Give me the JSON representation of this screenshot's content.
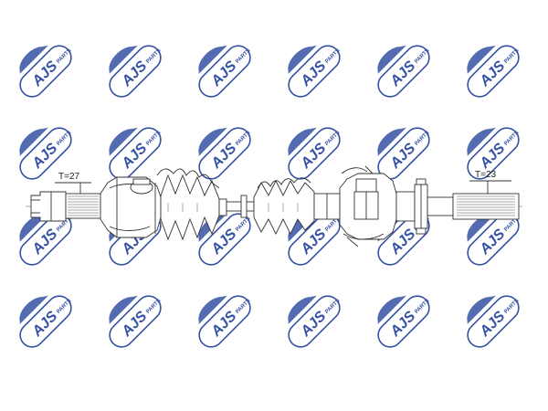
{
  "watermark": {
    "brand": "AJS",
    "sub": "PARTS",
    "color": "#1f3f9a"
  },
  "labels": {
    "left_spline": "T=27",
    "right_spline": "T=23"
  }
}
